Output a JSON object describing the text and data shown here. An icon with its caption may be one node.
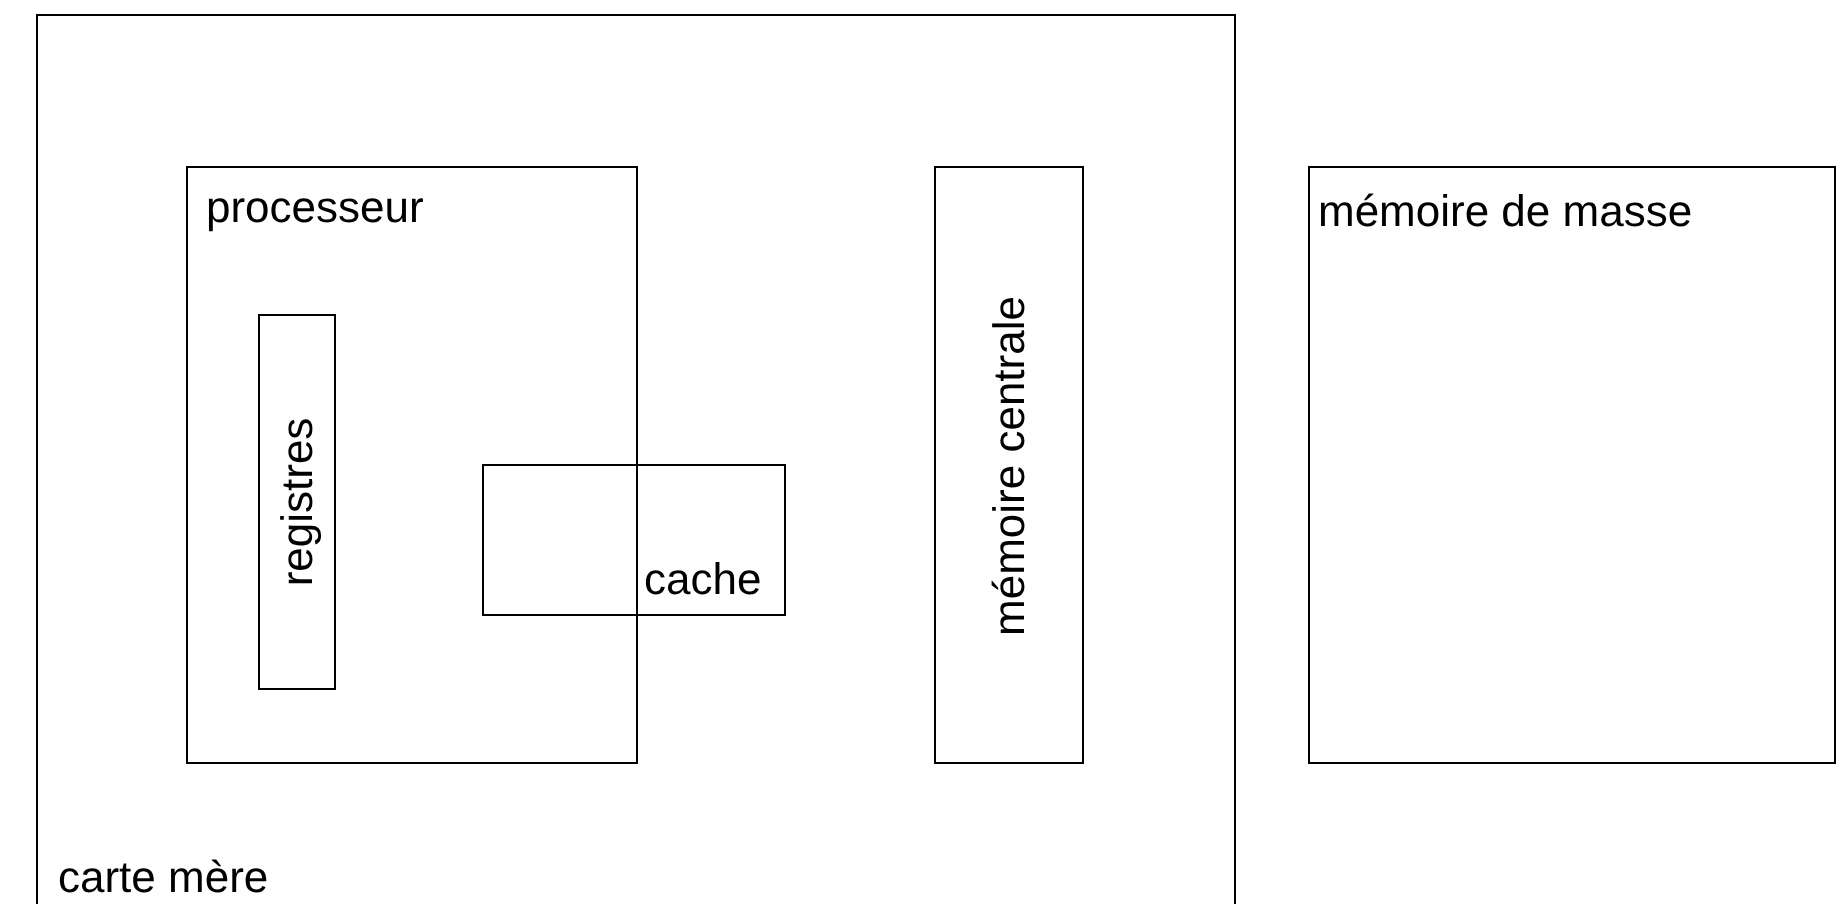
{
  "diagram": {
    "nodes": [
      {
        "text": [
          "carte mère"
        ]
      },
      {
        "text": [
          "processeur"
        ],
        "in": 0
      },
      {
        "text": [
          "registres"
        ],
        "in": 1
      },
      {
        "text": [
          "cache"
        ],
        "in": 0
      },
      {
        "text": [
          "mémoire centrale"
        ],
        "in": 0
      },
      {
        "text": [
          "mémoire de masse"
        ]
      }
    ]
  }
}
